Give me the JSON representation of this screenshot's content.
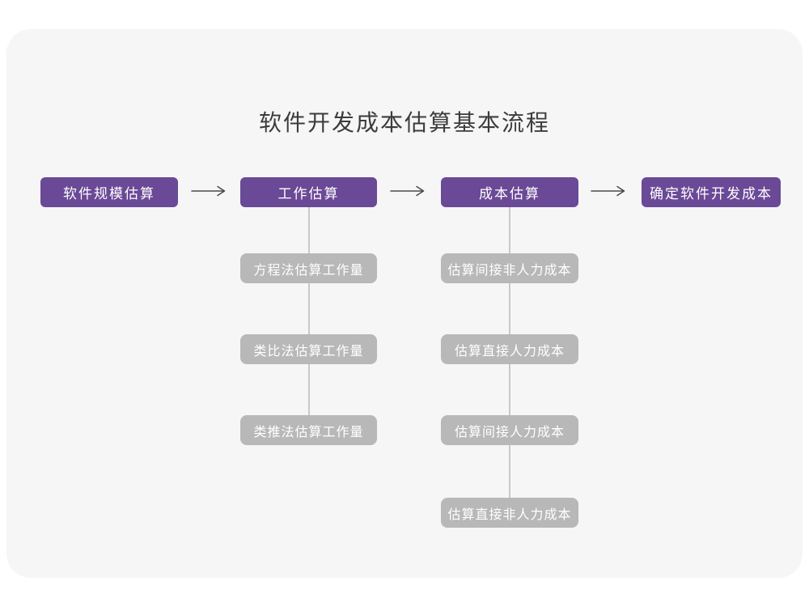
{
  "title": "软件开发成本估算基本流程",
  "colors": {
    "page_background": "#FFFFFF",
    "canvas_background": "#F6F6F6",
    "primary_node": "#6A4996",
    "secondary_node": "#B8B8B8",
    "node_text": "#FFFFFF",
    "connector_line": "#C9C9C9",
    "arrow": "#4A4A4A",
    "title_text": "#3C3C3C"
  },
  "flow": {
    "main_steps": [
      {
        "label": "软件规模估算"
      },
      {
        "label": "工作估算"
      },
      {
        "label": "成本估算"
      },
      {
        "label": "确定软件开发成本"
      }
    ],
    "work_estimation_methods": [
      {
        "label": "方程法估算工作量"
      },
      {
        "label": "类比法估算工作量"
      },
      {
        "label": "类推法估算工作量"
      }
    ],
    "cost_estimation_steps": [
      {
        "label": "估算间接非人力成本"
      },
      {
        "label": "估算直接人力成本"
      },
      {
        "label": "估算间接人力成本"
      },
      {
        "label": "估算直接非人力成本"
      }
    ]
  }
}
